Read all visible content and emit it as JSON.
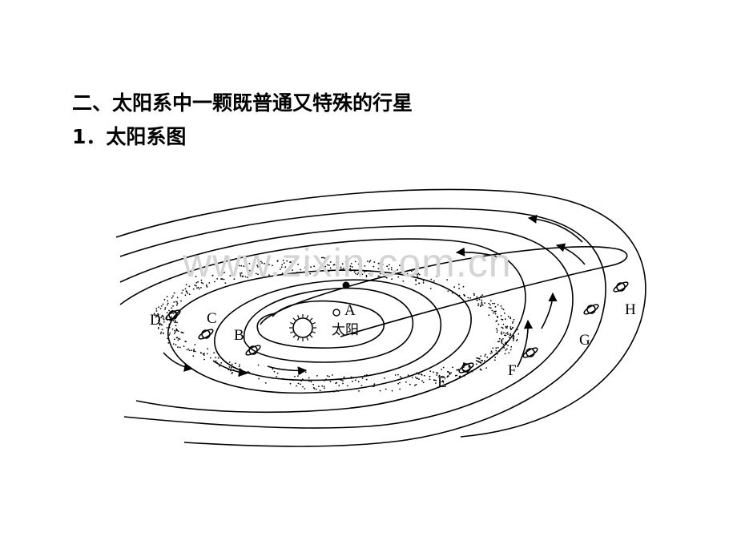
{
  "heading": "二、太阳系中一颗既普通又特殊的行星",
  "subheading": "1．太阳系图",
  "diagram": {
    "sun_label": "太阳",
    "watermark": "www.zixin.com.cn",
    "planet_labels": [
      "A",
      "B",
      "C",
      "D",
      "E",
      "F",
      "G",
      "H"
    ]
  }
}
